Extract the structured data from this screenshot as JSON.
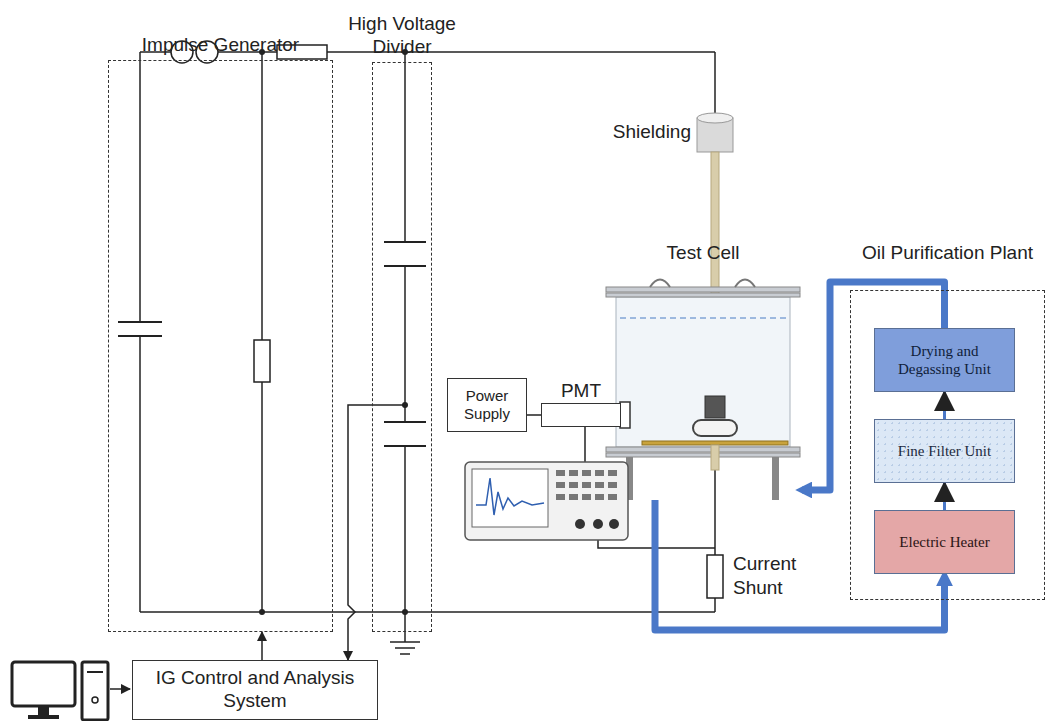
{
  "diagram": {
    "nodes": [
      {
        "text": [
          "Impulse Generator"
        ]
      },
      {
        "text": [
          "High Voltage Divider"
        ]
      },
      {
        "text": [
          "Test Cell"
        ]
      },
      {
        "text": [
          "Oil Purification Plant"
        ]
      },
      {
        "text": [
          "Drying and Degassing Unit"
        ],
        "in": 3
      },
      {
        "text": [
          "Fine Filter Unit"
        ],
        "in": 3
      },
      {
        "text": [
          "Electric Heater"
        ],
        "in": 3
      },
      {
        "text": [
          "Power Supply"
        ]
      },
      {
        "text": [
          "PMT"
        ]
      },
      {
        "text": [
          "IG Control and Analysis System"
        ]
      }
    ],
    "edges": [
      {
        "from": 6,
        "to": 5,
        "arrow": "to"
      },
      {
        "from": 5,
        "to": 4,
        "arrow": "to"
      },
      {
        "from": 4,
        "to": 2,
        "arrow": "to"
      },
      {
        "from": 2,
        "to": 6,
        "arrow": "to"
      },
      {
        "from": 7,
        "to": 8,
        "arrow": "none"
      },
      {
        "from": 1,
        "to": 9,
        "arrow": "to"
      },
      {
        "from": 9,
        "to": 0,
        "arrow": "to"
      }
    ],
    "labels": [
      "Shielding",
      "Current Shunt"
    ]
  }
}
